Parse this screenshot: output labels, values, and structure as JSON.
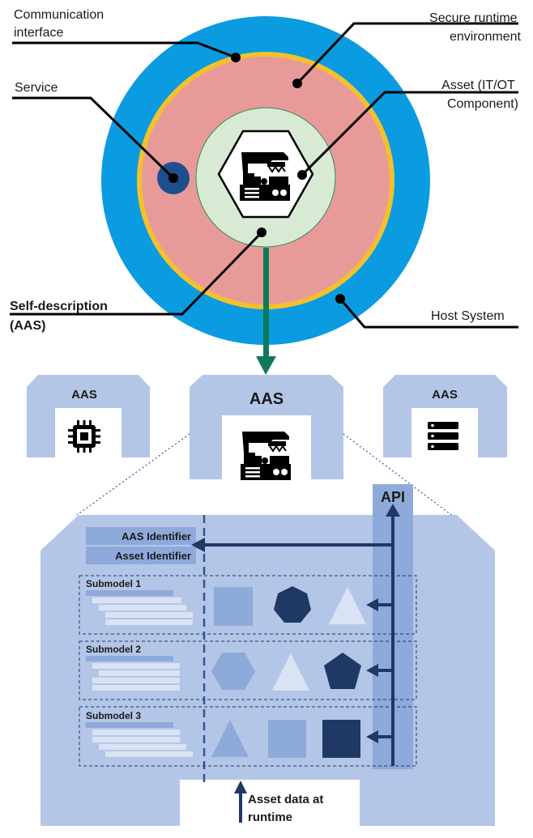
{
  "labels": {
    "communication_interface": [
      "Communication",
      "interface"
    ],
    "secure_runtime": [
      "Secure runtime",
      "environment"
    ],
    "service": "Service",
    "asset": [
      "Asset (IT/OT",
      "Component)"
    ],
    "self_description": [
      "Self-description",
      "(AAS)"
    ],
    "host_system": "Host System"
  },
  "aas_tiles": {
    "left_title": "AAS",
    "center_title": "AAS",
    "right_title": "AAS"
  },
  "detail": {
    "api_label": "API",
    "aas_identifier": "AAS Identifier",
    "asset_identifier": "Asset Identifier",
    "submodels": [
      "Submodel 1",
      "Submodel 2",
      "Submodel 3"
    ],
    "runtime_data": [
      "Asset data at",
      "runtime"
    ]
  },
  "colors": {
    "outer_ring": "#0b9be0",
    "yellow_ring": "#f4c12c",
    "secure_env": "#e89a99",
    "asset_circle": "#d8ead4",
    "service_dot": "#1f4e8c",
    "green_arrow": "#0f7a5a",
    "panel": "#b4c6e7",
    "navy": "#1f3864"
  },
  "icons": [
    "chip-icon",
    "machine-icon",
    "server-icon"
  ]
}
